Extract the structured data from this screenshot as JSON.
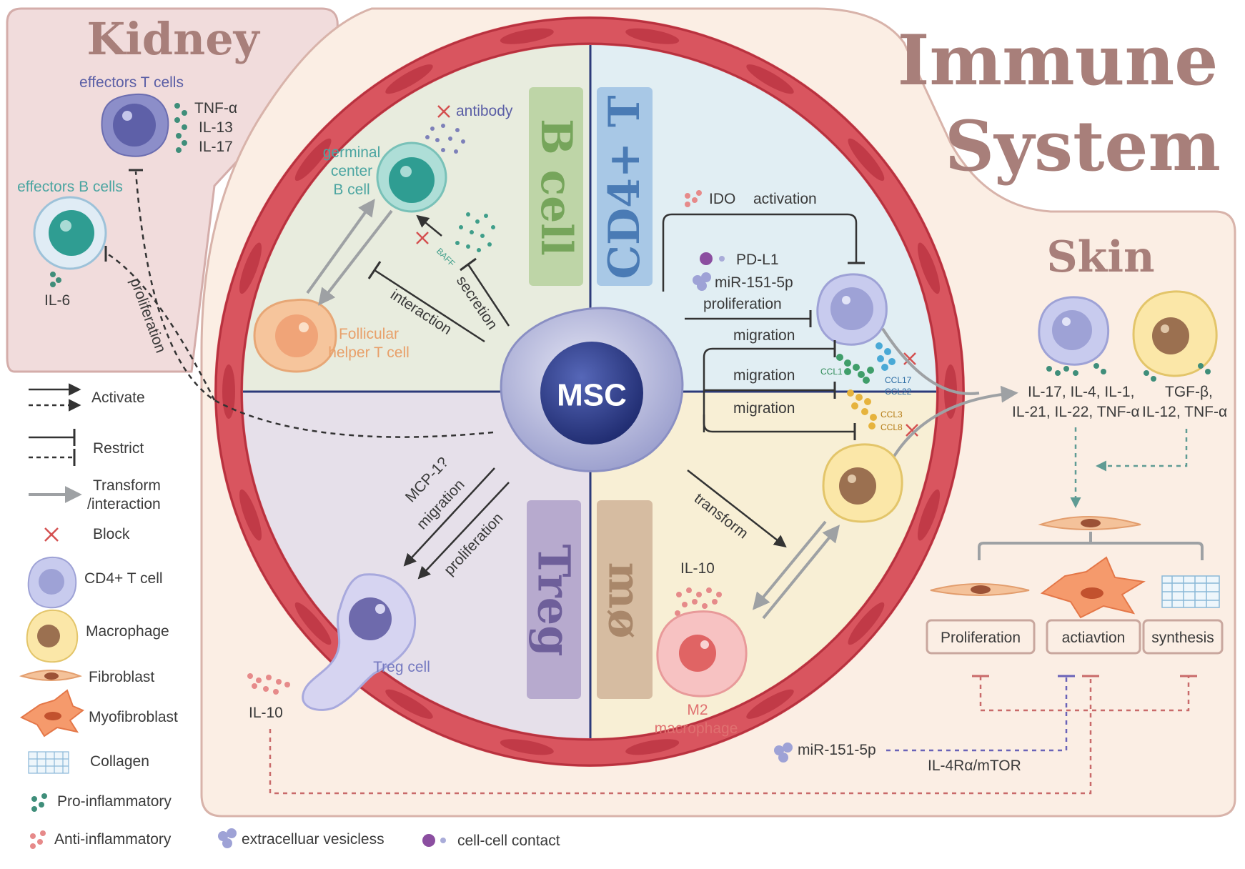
{
  "titles": {
    "immune": "Immune",
    "system": "System",
    "kidney": "Kidney",
    "skin": "Skin"
  },
  "sectors": {
    "b_cell": "B cell",
    "cd4": "CD4+ T",
    "treg": "Treg",
    "mphi": "mø"
  },
  "msc": "MSC",
  "kidney": {
    "effector_t": "effectors T cells",
    "effector_b": "effectors B cells",
    "tnf": "TNF-α",
    "il13": "IL-13",
    "il17": "IL-17",
    "il6": "IL-6",
    "proliferation": "proliferation"
  },
  "bcell": {
    "antibody": "antibody",
    "germinal1": "germinal",
    "germinal2": "center",
    "germinal3": "B cell",
    "baff": "BAFF",
    "follicular1": "Follicular",
    "follicular2": "helper T cell",
    "interaction": "interaction",
    "secretion": "secretion"
  },
  "cd4": {
    "ido": "IDO",
    "activation": "activation",
    "pdl1": "PD-L1",
    "mir": "miR-151-5p",
    "proliferation": "proliferation",
    "migration1": "migration",
    "migration2": "migration",
    "migration3": "migration",
    "ccl1": "CCL1",
    "ccl17": "CCL17",
    "ccl22": "CCL22",
    "ccl3": "CCL3",
    "ccl8": "CCL8"
  },
  "treg": {
    "mcp": "MCP-1?",
    "migration": "migration",
    "proliferation": "proliferation",
    "treg_cell": "Treg cell",
    "il10": "IL-10"
  },
  "mac": {
    "transform": "transform",
    "il10": "IL-10",
    "m2a": "M2",
    "m2b": "macrophage"
  },
  "skin": {
    "cytokines1a": "IL-17, IL-4, IL-1,",
    "cytokines1b": "IL-21, IL-22, TNF-α",
    "cytokines2a": "TGF-β,",
    "cytokines2b": "IL-12, TNF-α",
    "box1": "Proliferation",
    "box2": "actiavtion",
    "box3": "synthesis"
  },
  "bottom": {
    "mir": "miR-151-5p",
    "il4": "IL-4Rα/mTOR"
  },
  "legend": {
    "activate": "Activate",
    "restrict": "Restrict",
    "transform1": "Transform",
    "transform2": "/interaction",
    "block": "Block",
    "cd4": "CD4+ T cell",
    "macrophage": "Macrophage",
    "fibroblast": "Fibroblast",
    "myofibroblast": "Myofibroblast",
    "collagen": "Collagen",
    "pro": "Pro-inflammatory",
    "anti": "Anti-inflammatory",
    "vesicle": "extracelluar vesicless",
    "contact": "cell-cell contact"
  },
  "colors": {
    "kidney_bg": "#f1dcdc",
    "skin_bg": "#fbeee4",
    "vessel": "#d9555f",
    "bcell_bg": "#e8ecde",
    "cd4_bg": "#e1eef3",
    "treg_bg": "#e6e0ea",
    "mac_bg": "#f8efd5",
    "title": "#a87f7a"
  }
}
